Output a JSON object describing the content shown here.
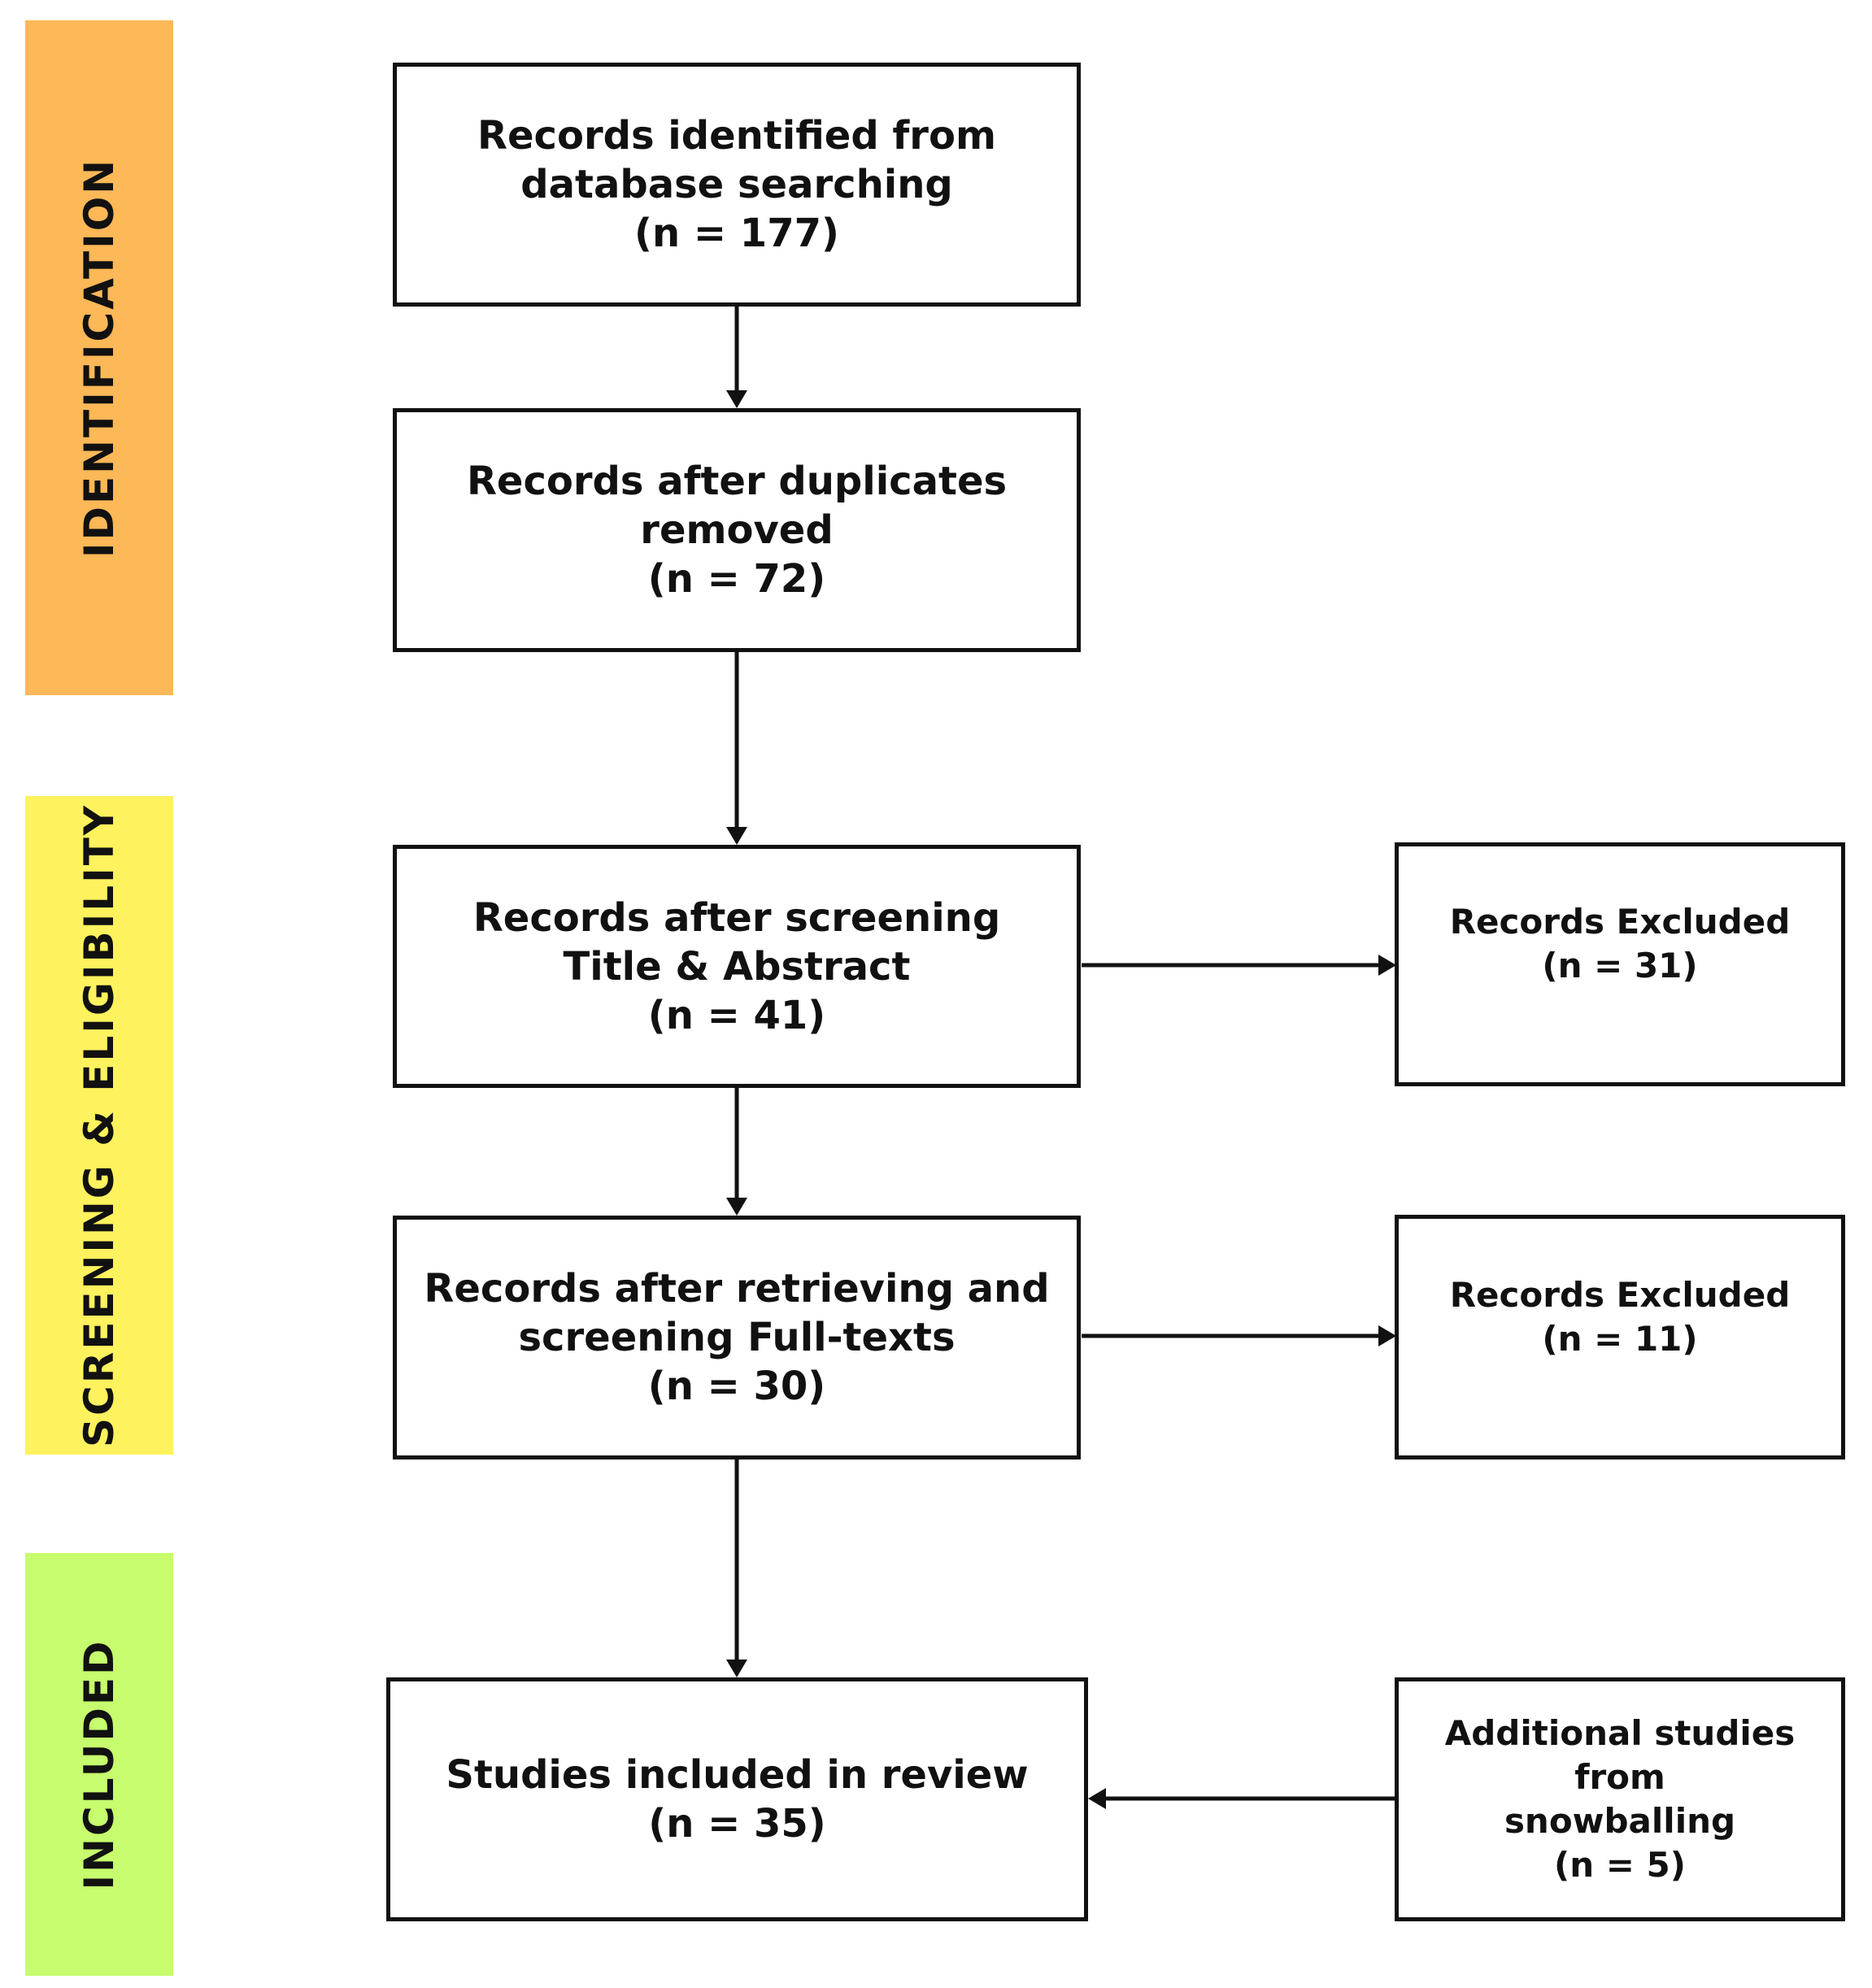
{
  "phases": {
    "identification": {
      "label": "IDENTIFICATION",
      "color": "#FDB857"
    },
    "screening": {
      "label": "SCREENING & ELIGIBILITY",
      "color": "#FEF25E"
    },
    "included": {
      "label": "INCLUDED",
      "color": "#C6FC6D"
    }
  },
  "boxes": {
    "identified": {
      "line1": "Records identified from",
      "line2": "database searching",
      "count": "(n = 177)"
    },
    "deduplicated": {
      "line1": "Records after duplicates",
      "line2": "removed",
      "count": "(n = 72)"
    },
    "title_abstract": {
      "line1": "Records after screening",
      "line2": "Title & Abstract",
      "count": "(n = 41)"
    },
    "fulltext": {
      "line1": "Records after retrieving and",
      "line2": "screening Full-texts",
      "count": "(n = 30)"
    },
    "included": {
      "line1": "Studies included in review",
      "count": "(n = 35)"
    },
    "excluded_1": {
      "line1": "Records Excluded",
      "count": "(n = 31)"
    },
    "excluded_2": {
      "line1": "Records Excluded",
      "count": "(n = 11)"
    },
    "snowballing": {
      "line1": "Additional studies from",
      "line2": "snowballing",
      "count": "(n = 5)"
    }
  }
}
